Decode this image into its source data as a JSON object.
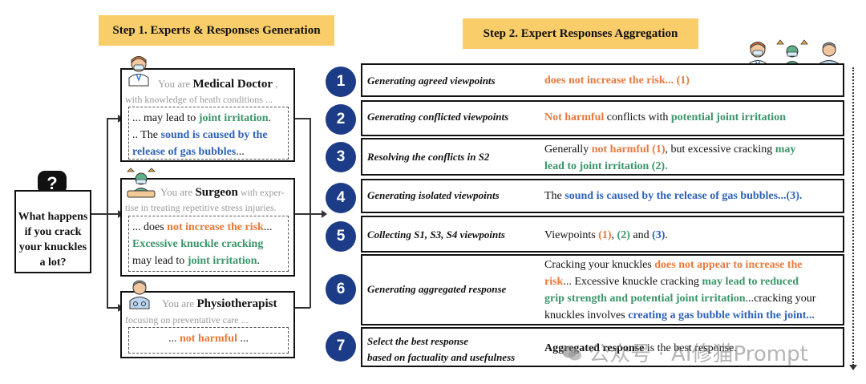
{
  "step1": {
    "title": "Step 1. Experts & Responses Generation"
  },
  "step2": {
    "title": "Step 2. Expert Responses Aggregation"
  },
  "question": {
    "icon": "question-bubble-icon",
    "lines": [
      "What happens",
      "if you crack",
      "your knuckles",
      "a lot?"
    ]
  },
  "experts": [
    {
      "icon": "doctor-avatar-icon",
      "prefix": "You are ",
      "role": "Medical Doctor",
      "suffix": " ,",
      "desc": "with knowledge of heath conditions ...",
      "resp": [
        {
          "t": "... may lead to ",
          "c": ""
        },
        {
          "t": "joint irritation",
          "c": "green"
        },
        {
          "t": ".",
          "c": ""
        },
        {
          "br": true
        },
        {
          "t": ".. The ",
          "c": ""
        },
        {
          "t": "sound is caused by the",
          "c": "blue"
        },
        {
          "br": true
        },
        {
          "t": "release of gas bubbles",
          "c": "blue"
        },
        {
          "t": "...",
          "c": ""
        }
      ]
    },
    {
      "icon": "surgeon-avatar-icon",
      "prefix": "You are ",
      "role": "Surgeon",
      "suffix": " with exper-",
      "desc": "tise in treating repetitive stress injuries.",
      "resp": [
        {
          "t": "... does ",
          "c": ""
        },
        {
          "t": "not increase the risk",
          "c": "orange"
        },
        {
          "t": "...",
          "c": ""
        },
        {
          "br": true
        },
        {
          "t": "Excessive knuckle cracking",
          "c": "green"
        },
        {
          "br": true
        },
        {
          "t": "may lead to ",
          "c": ""
        },
        {
          "t": "joint irritation",
          "c": "green"
        },
        {
          "t": ".",
          "c": ""
        }
      ]
    },
    {
      "icon": "physiotherapist-avatar-icon",
      "prefix": "You are ",
      "role": "Physiotherapist",
      "suffix": "",
      "desc": "focusing on preventative care ...",
      "resp": [
        {
          "t": "... ",
          "c": ""
        },
        {
          "t": "not harmful",
          "c": "orange"
        },
        {
          "t": " ...",
          "c": ""
        }
      ]
    }
  ],
  "header_icons": [
    "doctor-avatar-icon",
    "surgeon-avatar-icon",
    "physiotherapist-avatar-icon"
  ],
  "rows": [
    {
      "num": "1",
      "label": "Generating agreed viewpoints",
      "content": [
        {
          "t": "does not increase the risk... (1)",
          "c": "orange"
        }
      ]
    },
    {
      "num": "2",
      "label": "Generating conflicted viewpoints",
      "content": [
        {
          "t": "Not harmful",
          "c": "orange"
        },
        {
          "t": " conflicts with ",
          "c": ""
        },
        {
          "t": "potential joint irritation",
          "c": "green"
        }
      ]
    },
    {
      "num": "3",
      "label": "Resolving the conflicts in S2",
      "content": [
        {
          "t": "Generally ",
          "c": ""
        },
        {
          "t": "not harmful (1)",
          "c": "orange"
        },
        {
          "t": ", but excessive cracking ",
          "c": ""
        },
        {
          "t": "may",
          "c": "green"
        },
        {
          "br": true
        },
        {
          "t": "lead to joint irritation (2).",
          "c": "green"
        }
      ]
    },
    {
      "num": "4",
      "label": "Generating isolated viewpoints",
      "content": [
        {
          "t": "The ",
          "c": ""
        },
        {
          "t": "sound is caused by the release of gas bubbles...(3).",
          "c": "blue"
        }
      ]
    },
    {
      "num": "5",
      "label": "Collecting S1, S3, S4 viewpoints",
      "content": [
        {
          "t": "Viewpoints ",
          "c": ""
        },
        {
          "t": "(1)",
          "c": "orange"
        },
        {
          "t": ", ",
          "c": ""
        },
        {
          "t": "(2)",
          "c": "green"
        },
        {
          "t": " and ",
          "c": ""
        },
        {
          "t": "(3)",
          "c": "blue"
        },
        {
          "t": ".",
          "c": ""
        }
      ]
    },
    {
      "num": "6",
      "label": "Generating aggregated response",
      "content": [
        {
          "t": "Cracking your knuckles ",
          "c": ""
        },
        {
          "t": "does not appear to increase the",
          "c": "orange"
        },
        {
          "br": true
        },
        {
          "t": "risk",
          "c": "orange"
        },
        {
          "t": "... Excessive knuckle cracking ",
          "c": ""
        },
        {
          "t": "may lead to reduced",
          "c": "green"
        },
        {
          "br": true
        },
        {
          "t": "grip strength and potential joint irritation",
          "c": "green"
        },
        {
          "t": "...cracking your",
          "c": ""
        },
        {
          "br": true
        },
        {
          "t": "knuckles involves ",
          "c": ""
        },
        {
          "t": "creating a gas bubble within the joint...",
          "c": "blue"
        }
      ]
    },
    {
      "num": "7",
      "label": "Select the best response",
      "label2": "based on factuality and usefulness",
      "content": [
        {
          "t": "Aggregated response",
          "c": "bold"
        },
        {
          "t": " is the best response.",
          "c": ""
        }
      ]
    }
  ],
  "watermark": "公众号 · AI修猫Prompt"
}
